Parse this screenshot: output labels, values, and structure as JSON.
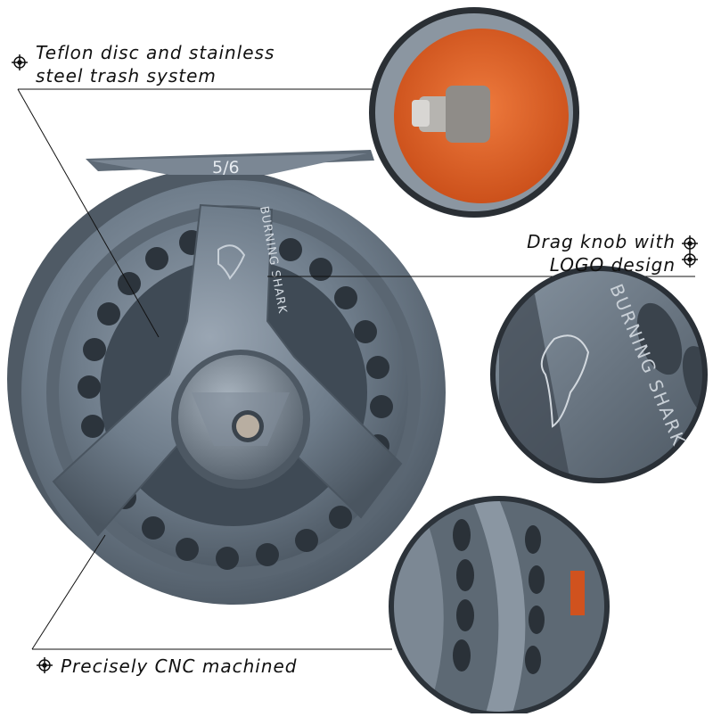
{
  "callouts": {
    "teflon": {
      "line1": "Teflon disc and stainless",
      "line2": "steel trash system"
    },
    "drag": {
      "line1": "Drag knob with",
      "line2": "LOGO design"
    },
    "cnc": {
      "line1": "Precisely CNC machined"
    }
  },
  "reel": {
    "size_label": "5/6",
    "brand_text": "BURNING SHARK"
  },
  "zoom": {
    "brand_text": "BURNING SHARK"
  },
  "icons": {
    "target": "crosshair-target-icon",
    "logo": "shark-logo-icon"
  },
  "colors": {
    "reel_body": "#6d7a88",
    "reel_dark": "#3e4852",
    "disc_orange": "#e25e23",
    "background": "#ffffff"
  }
}
